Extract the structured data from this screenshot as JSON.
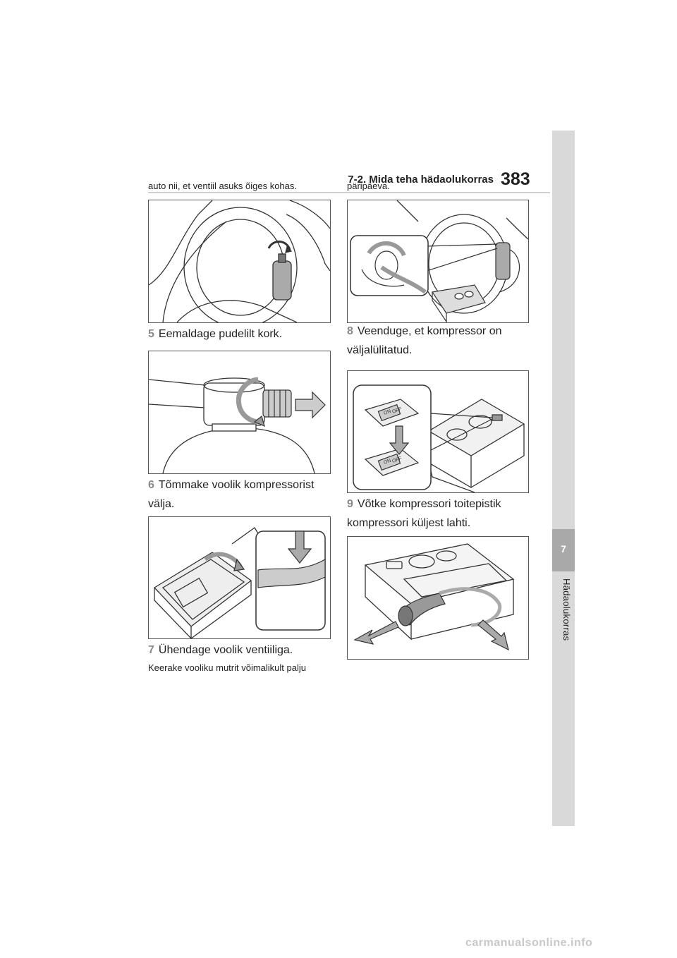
{
  "header": {
    "section_title": "7-2. Mida teha hädaolukorras",
    "page_number": "383"
  },
  "side_tab": {
    "chapter_number": "7",
    "chapter_label": "Hädaolukorras"
  },
  "left_column": {
    "intro_text": "auto nii, et ventiil asuks õiges kohas.",
    "steps": [
      {
        "number": "5",
        "text": "Eemaldage pudelilt kork."
      },
      {
        "number": "6",
        "text": "Tõmmake voolik kompressorist välja."
      },
      {
        "number": "7",
        "text": "Ühendage voolik ventiiliga."
      }
    ],
    "note_text": "Keerake vooliku mutrit võimalikult palju"
  },
  "right_column": {
    "intro_text": "päripäeva.",
    "steps": [
      {
        "number": "8",
        "text": "Veenduge, et kompressor on väljalülitatud."
      },
      {
        "number": "9",
        "text": "Võtke kompressori toitepistik kompressori küljest lahti."
      }
    ]
  },
  "figure_labels": {
    "switch_on": "ON",
    "switch_off": "OFF"
  },
  "footer": {
    "watermark": "carmanualsonline.info"
  }
}
